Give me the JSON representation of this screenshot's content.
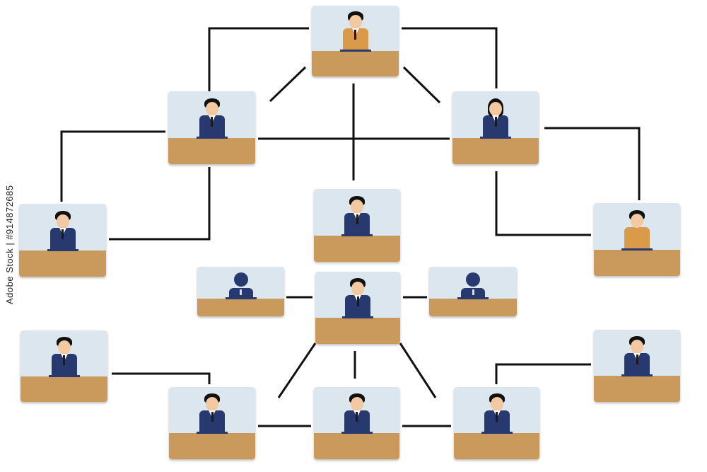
{
  "diagram": {
    "kind": "org-network",
    "colors": {
      "screen": "#dce6ee",
      "desk": "#c99a5b",
      "suit_navy": "#27396e",
      "suit_orange": "#d99a4a",
      "skin": "#f2c9a0",
      "hair": "#111111",
      "tie": "#1a1a1a",
      "line": "#111111"
    },
    "nodes": [
      {
        "id": "top",
        "icon": "person-orange-suit-icon"
      },
      {
        "id": "upper-left",
        "icon": "person-navy-suit-icon"
      },
      {
        "id": "upper-right",
        "icon": "person-woman-navy-icon"
      },
      {
        "id": "mid-left",
        "icon": "person-navy-suit-icon"
      },
      {
        "id": "mid-right",
        "icon": "person-orange-vest-icon"
      },
      {
        "id": "center-upper",
        "icon": "person-navy-suit-icon"
      },
      {
        "id": "center-small-left",
        "icon": "person-silhouette-icon"
      },
      {
        "id": "center-small-right",
        "icon": "person-silhouette-icon"
      },
      {
        "id": "center",
        "icon": "person-navy-suit-icon"
      },
      {
        "id": "lower-left",
        "icon": "person-navy-suit-icon"
      },
      {
        "id": "lower-right",
        "icon": "person-navy-suit-icon"
      },
      {
        "id": "bottom-left",
        "icon": "person-navy-suit-icon"
      },
      {
        "id": "bottom-center",
        "icon": "person-navy-suit-icon"
      },
      {
        "id": "bottom-right",
        "icon": "person-navy-suit-icon"
      }
    ]
  },
  "watermark": {
    "stock_id": "Adobe Stock | #914872685"
  }
}
